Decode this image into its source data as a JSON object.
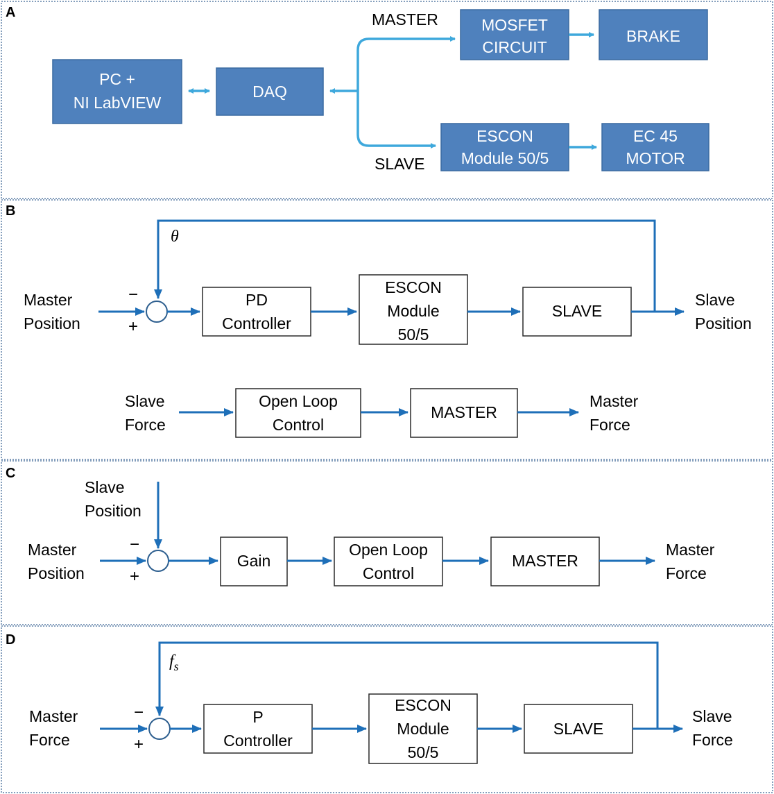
{
  "panels": {
    "a": {
      "letter": "A",
      "blocks": {
        "pc": [
          "PC +",
          "NI LabVIEW"
        ],
        "daq": [
          "DAQ"
        ],
        "mosfet": [
          "MOSFET",
          "CIRCUIT"
        ],
        "brake": [
          "BRAKE"
        ],
        "escon": [
          "ESCON",
          "Module 50/5"
        ],
        "motor": [
          "EC 45",
          "MOTOR"
        ]
      },
      "labels": {
        "master": "MASTER",
        "slave": "SLAVE"
      }
    },
    "b": {
      "letter": "B",
      "feedback_symbol": "θ",
      "input": [
        "Master",
        "Position"
      ],
      "output": [
        "Slave",
        "Position"
      ],
      "minus": "−",
      "plus": "+",
      "blocks": {
        "controller": [
          "PD",
          "Controller"
        ],
        "escon": [
          "ESCON",
          "Module",
          "50/5"
        ],
        "slave": [
          "SLAVE"
        ],
        "open_loop": [
          "Open Loop",
          "Control"
        ],
        "master": [
          "MASTER"
        ]
      },
      "input2": [
        "Slave",
        "Force"
      ],
      "output2": [
        "Master",
        "Force"
      ]
    },
    "c": {
      "letter": "C",
      "top_input": [
        "Slave",
        "Position"
      ],
      "input": [
        "Master",
        "Position"
      ],
      "output": [
        "Master",
        "Force"
      ],
      "minus": "−",
      "plus": "+",
      "blocks": {
        "gain": [
          "Gain"
        ],
        "open_loop": [
          "Open Loop",
          "Control"
        ],
        "master": [
          "MASTER"
        ]
      }
    },
    "d": {
      "letter": "D",
      "feedback_symbol": "f",
      "feedback_subscript": "s",
      "input": [
        "Master",
        "Force"
      ],
      "output": [
        "Slave",
        "Force"
      ],
      "minus": "−",
      "plus": "+",
      "blocks": {
        "controller": [
          "P",
          "Controller"
        ],
        "escon": [
          "ESCON",
          "Module",
          "50/5"
        ],
        "slave": [
          "SLAVE"
        ]
      }
    }
  }
}
